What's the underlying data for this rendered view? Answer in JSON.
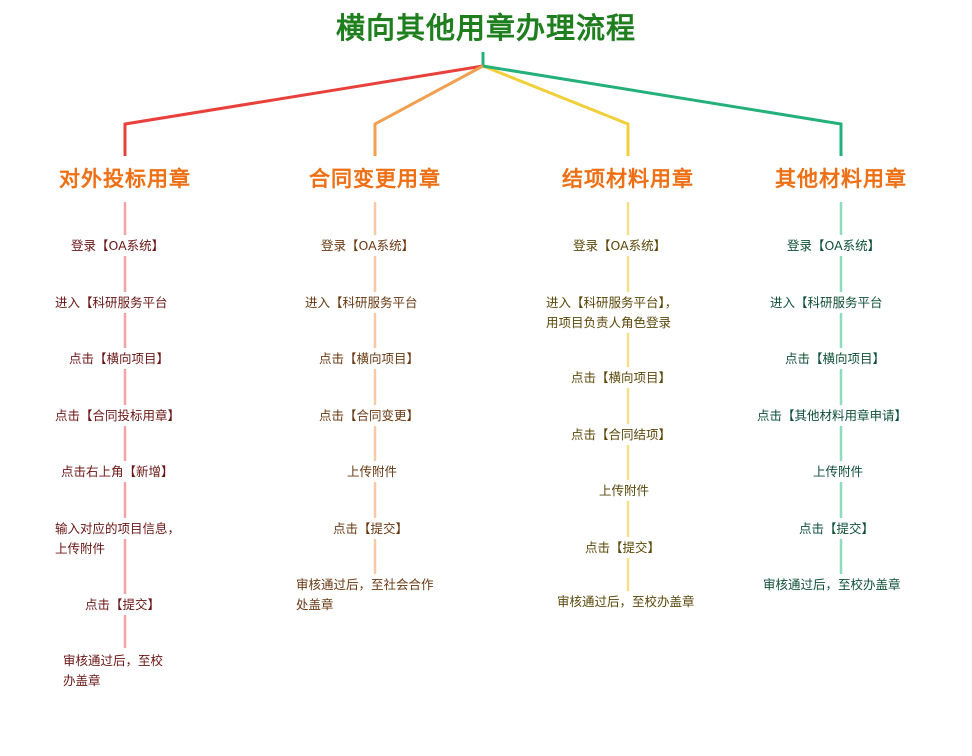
{
  "title": "横向其他用章办理流程",
  "colors": {
    "title": "#1f7f1f",
    "branch_title": "#ee6f14",
    "line_red": "#e8403a",
    "line_orange": "#f0a050",
    "line_yellow": "#f2cf3a",
    "line_green": "#23b07a"
  },
  "branches": [
    {
      "title": "对外投标用章",
      "steps": [
        "登录【OA系统】",
        "进入【科研服务平台",
        "点击【横向项目】",
        "点击【合同投标用章】",
        "点击右上角【新增】",
        "输入对应的项目信息，",
        "上传附件",
        "点击【提交】",
        "审核通过后，至校",
        "办盖章"
      ]
    },
    {
      "title": "合同变更用章",
      "steps": [
        "登录【OA系统】",
        "进入【科研服务平台",
        "点击【横向项目】",
        "点击【合同变更】",
        "上传附件",
        "点击【提交】",
        "审核通过后，至社会合作",
        "处盖章"
      ]
    },
    {
      "title": "结项材料用章",
      "steps": [
        "登录【OA系统】",
        "进入【科研服务平台】，",
        "用项目负责人角色登录",
        "点击【横向项目】",
        "点击【合同结项】",
        "上传附件",
        "点击【提交】",
        "审核通过后，至校办盖章"
      ]
    },
    {
      "title": "其他材料用章",
      "steps": [
        "登录【OA系统】",
        "进入【科研服务平台",
        "点击【横向项目】",
        "点击【其他材料用章申请】",
        "上传附件",
        "点击【提交】",
        "审核通过后，至校办盖章"
      ]
    }
  ]
}
